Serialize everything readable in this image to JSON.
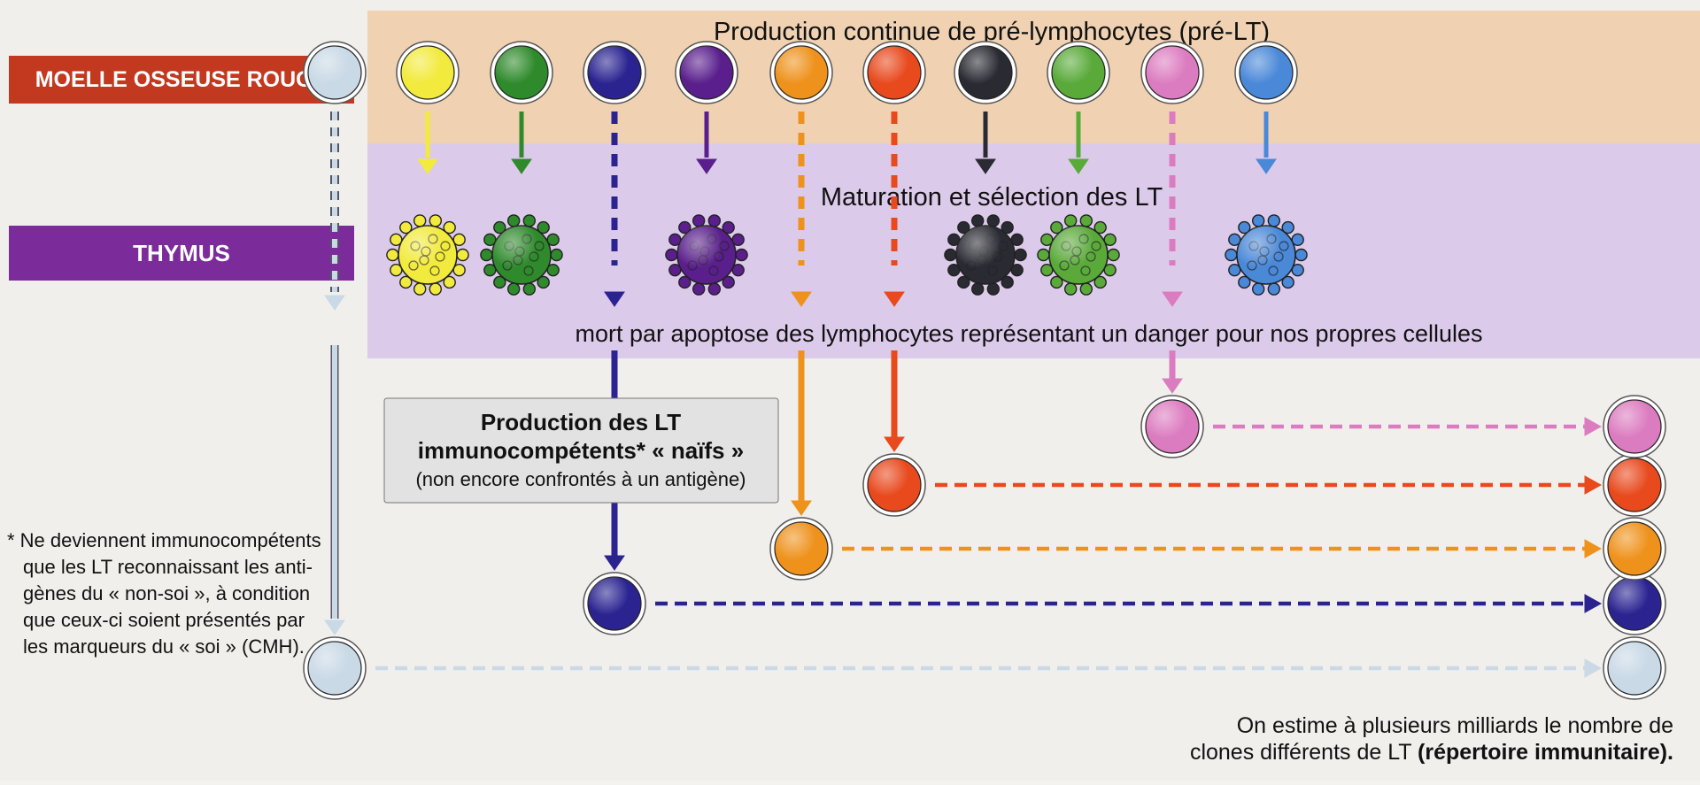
{
  "header_text": "Production continue de pré-lymphocytes (pré-LT)",
  "maturation_text": "Maturation et sélection des LT",
  "apoptosis_text": "mort par apoptose des lymphocytes représentant un danger pour nos propres cellules",
  "labels": {
    "moelle": "MOELLE OSSEUSE ROUGE",
    "thymus": "THYMUS"
  },
  "production_box": {
    "line1": "Production des LT",
    "line2": "immunocompétents* « naïfs »",
    "line3": "(non encore confrontés à un antigène)"
  },
  "footnote": {
    "line1": "* Ne deviennent immunocompétents",
    "line2": "que les LT reconnaissant les anti-",
    "line3": "gènes du « non-soi », à condition",
    "line4": "que ceux-ci soient présentés par",
    "line5": "les marqueurs du « soi » (CMH)."
  },
  "bottom_note": {
    "line1": "On estime à plusieurs milliards le nombre de",
    "line2_normal": "clones différents de LT ",
    "line2_bold": "(répertoire immunitaire)."
  },
  "colors": {
    "moelle_band": "#f0d2b2",
    "thymus_band": "#dccaea",
    "moelle_label": "#c2391f",
    "thymus_label": "#7b2c9a",
    "box_bg": "#e2e2e2"
  },
  "cells": [
    {
      "color": "#c9d9e6",
      "fate": "selected"
    },
    {
      "color": "#f2ea3c",
      "fate": "apoptosis"
    },
    {
      "color": "#2f8a2c",
      "fate": "apoptosis"
    },
    {
      "color": "#2a2390",
      "fate": "selected"
    },
    {
      "color": "#5a1f8c",
      "fate": "apoptosis"
    },
    {
      "color": "#ee921c",
      "fate": "selected"
    },
    {
      "color": "#e8491d",
      "fate": "selected"
    },
    {
      "color": "#2a2a33",
      "fate": "apoptosis"
    },
    {
      "color": "#5aaa3a",
      "fate": "apoptosis"
    },
    {
      "color": "#dc7cc0",
      "fate": "selected"
    },
    {
      "color": "#4a88d8",
      "fate": "apoptosis"
    }
  ]
}
